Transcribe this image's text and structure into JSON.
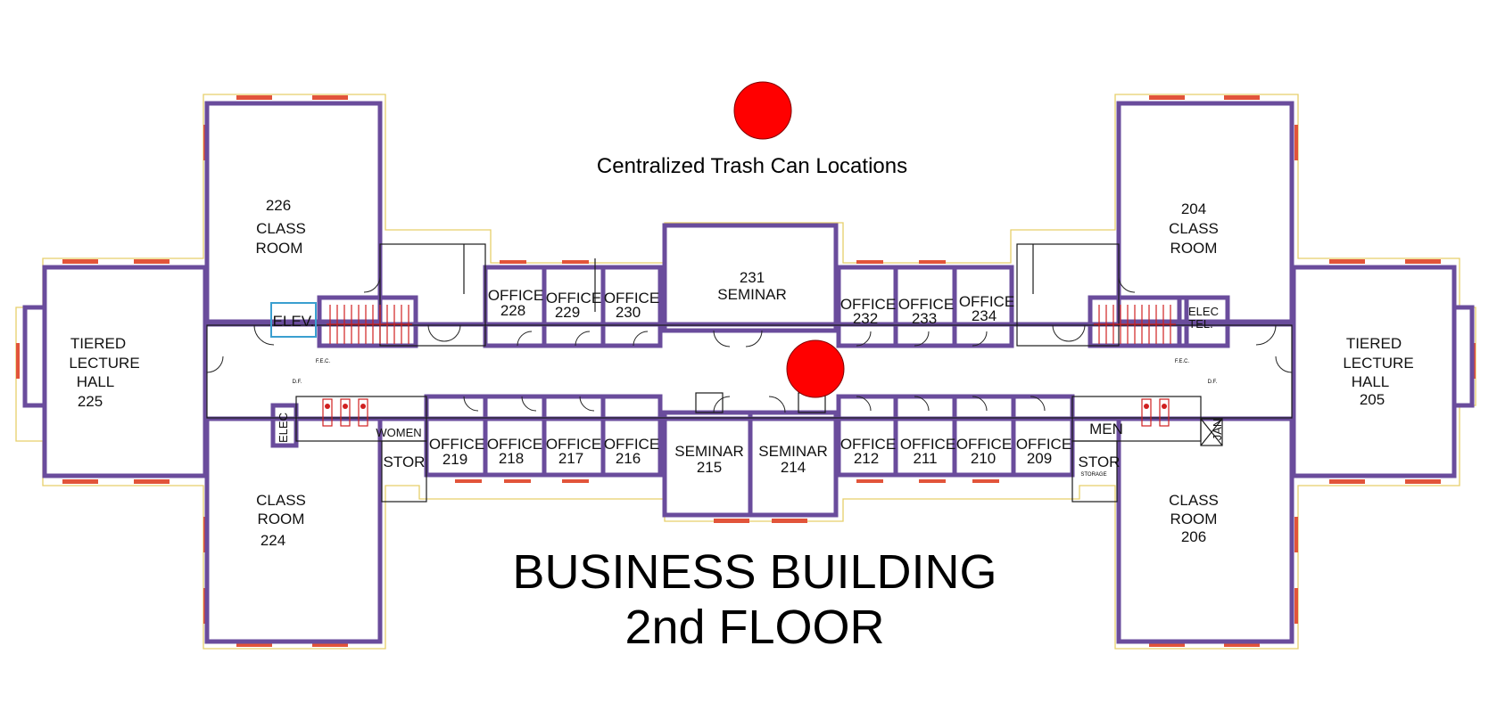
{
  "legend": {
    "label": "Centralized Trash Can Locations",
    "marker_color": "#ff0000"
  },
  "title": {
    "line1": "BUSINESS BUILDING",
    "line2": "2nd FLOOR"
  },
  "colors": {
    "walls": "#6a4c9c",
    "windows": "#e2543a",
    "outline": "#e6cf6a"
  },
  "rooms": {
    "r226": [
      "226",
      "CLASS",
      "ROOM"
    ],
    "r225": [
      "TIERED",
      "LECTURE",
      "HALL",
      "225"
    ],
    "r224": [
      "CLASS",
      "ROOM",
      "224"
    ],
    "r204": [
      "204",
      "CLASS",
      "ROOM"
    ],
    "r205": [
      "TIERED",
      "LECTURE",
      "HALL",
      "205"
    ],
    "r206": [
      "CLASS",
      "ROOM",
      "206"
    ],
    "r231": [
      "231",
      "SEMINAR"
    ],
    "r228": [
      "OFFICE",
      "228"
    ],
    "r229": [
      "OFFICE",
      "229"
    ],
    "r230": [
      "OFFICE",
      "230"
    ],
    "r232": [
      "OFFICE",
      "232"
    ],
    "r233": [
      "OFFICE",
      "233"
    ],
    "r234": [
      "OFFICE",
      "234"
    ],
    "r219": [
      "OFFICE",
      "219"
    ],
    "r218": [
      "OFFICE",
      "218"
    ],
    "r217": [
      "OFFICE",
      "217"
    ],
    "r216": [
      "OFFICE",
      "216"
    ],
    "r215": [
      "SEMINAR",
      "215"
    ],
    "r214": [
      "SEMINAR",
      "214"
    ],
    "r212": [
      "OFFICE",
      "212"
    ],
    "r211": [
      "OFFICE",
      "211"
    ],
    "r210": [
      "OFFICE",
      "210"
    ],
    "r209": [
      "OFFICE",
      "209"
    ],
    "elev": "ELEV.",
    "elec_left": "ELEC",
    "women": "WOMEN",
    "stor_left": "STOR",
    "men": "MEN",
    "stor_right": "STOR",
    "storage_small": "STORAGE",
    "elec_tel": [
      "ELEC",
      "TEL."
    ],
    "jan": "JAN",
    "fec_left": "F.E.C.",
    "fec_right": "F.E.C.",
    "df_left": "D.F.",
    "df_right": "D.F."
  }
}
